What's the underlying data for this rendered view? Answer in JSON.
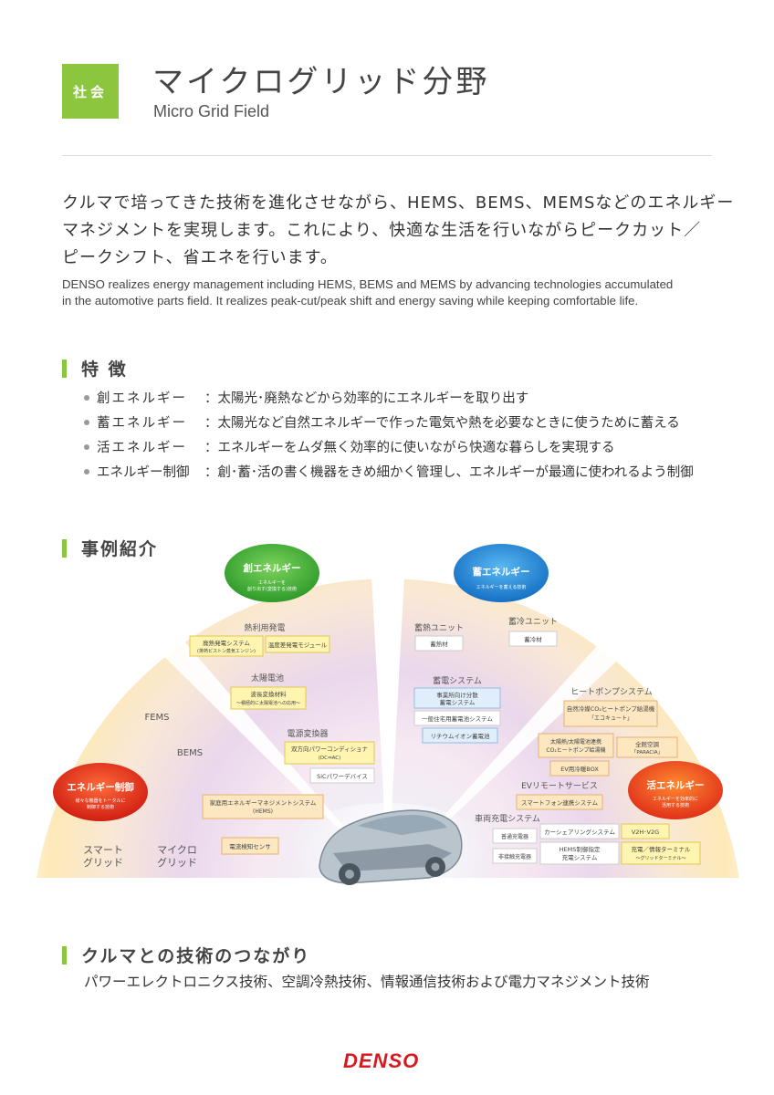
{
  "header": {
    "tag": "社会",
    "title_jp": "マイクログリッド分野",
    "title_en": "Micro Grid Field"
  },
  "intro": {
    "jp_lines": [
      "クルマで培ってきた技術を進化させながら、HEMS、BEMS、MEMSなどのエネルギー",
      "マネジメントを実現します。これにより、快適な生活を行いながらピークカット／",
      "ピークシフト、省エネを行います。"
    ],
    "en_lines": [
      "DENSO realizes energy management including HEMS, BEMS and MEMS by advancing technologies accumulated",
      "in the automotive parts field.  It realizes peak-cut/peak shift and energy saving while keeping comfortable life."
    ]
  },
  "features": {
    "heading": "特 徴",
    "items": [
      {
        "name": "創エネルギー",
        "desc": "：太陽光･廃熱などから効率的にエネルギーを取り出す"
      },
      {
        "name": "蓄エネルギー",
        "desc": "：太陽光など自然エネルギーで作った電気や熱を必要なときに使うために蓄える"
      },
      {
        "name": "活エネルギー",
        "desc": "：エネルギーをムダ無く効率的に使いながら快適な暮らしを実現する"
      },
      {
        "name": "エネルギー制御",
        "desc": "：創･蓄･活の書く機器をきめ細かく管理し、エネルギーが最適に使われるよう制御"
      }
    ]
  },
  "cases": {
    "heading": "事例紹介",
    "bubbles": {
      "create": {
        "title": "創エネルギー",
        "sub1": "エネルギーを",
        "sub2": "創り出す(変換する)技術"
      },
      "store": {
        "title": "蓄エネルギー",
        "sub1": "エネルギーを蓄える技術"
      },
      "control": {
        "title": "エネルギー制御",
        "sub1": "様々な機器をトータルに",
        "sub2": "制御する技術"
      },
      "use": {
        "title": "活エネルギー",
        "sub1": "エネルギーを効率的に",
        "sub2": "活用する技術"
      }
    },
    "rings": {
      "fems": "FEMS",
      "bems": "BEMS",
      "smart1": "スマート",
      "smart2": "グリッド",
      "micro1": "マイクロ",
      "micro2": "グリッド"
    },
    "left": {
      "heat_title": "熱利用発電",
      "heat1a": "廃熱発電システム",
      "heat1b": "(排熱ピストン蒸気エンジン)",
      "heat2": "温度差発電モジュール",
      "solar_title": "太陽電池",
      "solar1a": "波長変換材料",
      "solar1b": "～積極的に太陽電池への応用～",
      "power_title": "電源変換器",
      "power1a": "双方向パワーコンディショナ",
      "power1b": "(DC⇔AC)",
      "power2": "SiCパワーデバイス",
      "hems1": "家庭用エネルギーマネジメントシステム",
      "hems2": "(HEMS)",
      "sensor": "電流検知センサ"
    },
    "right": {
      "heat_store_title": "蓄熱ユニット",
      "heat_store1": "蓄熱材",
      "cold_store_title": "蓄冷ユニット",
      "cold_store1": "蓄冷材",
      "battery_title": "蓄電システム",
      "battery1a": "事業所向け分散",
      "battery1b": "蓄電システム",
      "battery2": "一般住宅用蓄電池システム",
      "battery3": "リチウムイオン蓄電池",
      "hp_title": "ヒートポンプシステム",
      "hp1a": "自然冷媒CO₂ヒートポンプ給湯機",
      "hp1b": "「エコキュート」",
      "hp2a": "太陽熱/太陽電池連携",
      "hp2b": "CO₂ヒートポンプ給湯機",
      "hp3a": "全館空調",
      "hp3b": "「PARACIA」",
      "hp4": "EV用冷暖BOX",
      "ev_title": "EVリモートサービス",
      "ev1": "スマートフォン連携システム",
      "charge_title": "車両充電システム",
      "charge1": "普通充電器",
      "charge2": "カーシェアリングシステム",
      "charge3": "V2H･V2G",
      "charge4": "非接触充電器",
      "charge5a": "HEMS制御指定",
      "charge5b": "充電システム",
      "charge6a": "充電／情報ターミナル",
      "charge6b": "～グリッドターミナル～"
    }
  },
  "connection": {
    "heading": "クルマとの技術のつながり",
    "text": "パワーエレクトロニクス技術、空調冷熱技術、情報通信技術および電力マネジメント技術"
  },
  "footer": {
    "logo": "DENSO"
  },
  "colors": {
    "accent_green": "#8cc63f",
    "create_green": "#4caf38",
    "store_blue": "#2a8fd8",
    "control_red": "#e8301c",
    "use_red": "#e8301c",
    "logo_red": "#d7191f"
  }
}
